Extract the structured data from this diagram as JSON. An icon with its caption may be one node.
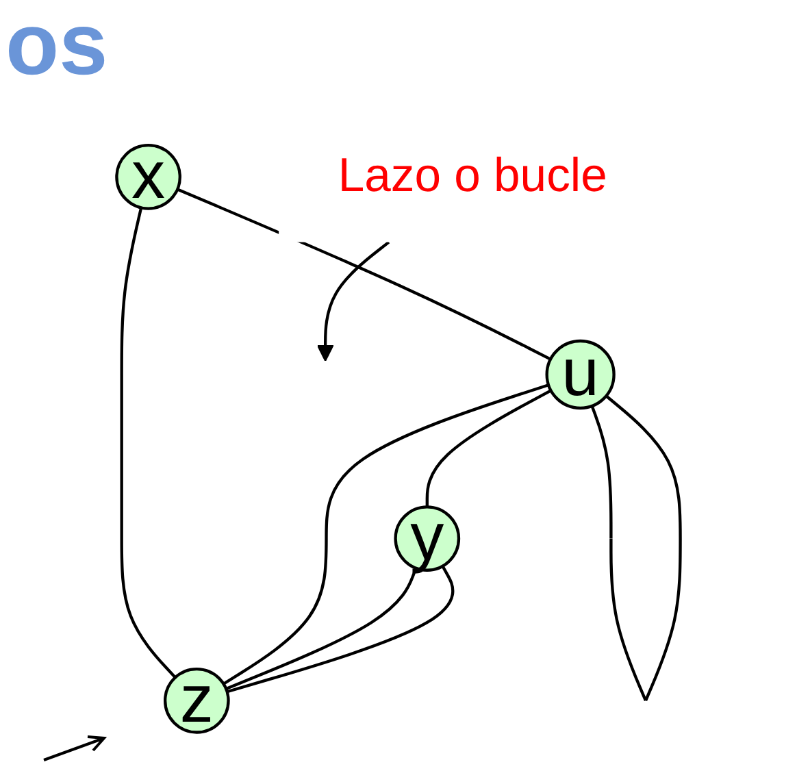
{
  "diagram": {
    "title": "os",
    "nodes": [
      {
        "text": [
          "x"
        ]
      },
      {
        "text": [
          "u"
        ]
      },
      {
        "text": [
          "y"
        ]
      },
      {
        "text": [
          "z"
        ]
      },
      {
        "text": [
          "Lazo o bucle"
        ]
      }
    ],
    "edges": [
      {
        "from": 0,
        "to": 1,
        "arrow": "none"
      },
      {
        "from": 0,
        "to": 3,
        "arrow": "none"
      },
      {
        "from": 1,
        "to": 2,
        "arrow": "none"
      },
      {
        "from": 1,
        "to": 3,
        "arrow": "none"
      },
      {
        "from": 2,
        "to": 3,
        "arrow": "none"
      },
      {
        "from": 2,
        "to": 3,
        "arrow": "none"
      },
      {
        "from": 1,
        "to": 1,
        "arrow": "none"
      },
      {
        "from": 4,
        "to": null,
        "arrow": "to"
      }
    ]
  }
}
